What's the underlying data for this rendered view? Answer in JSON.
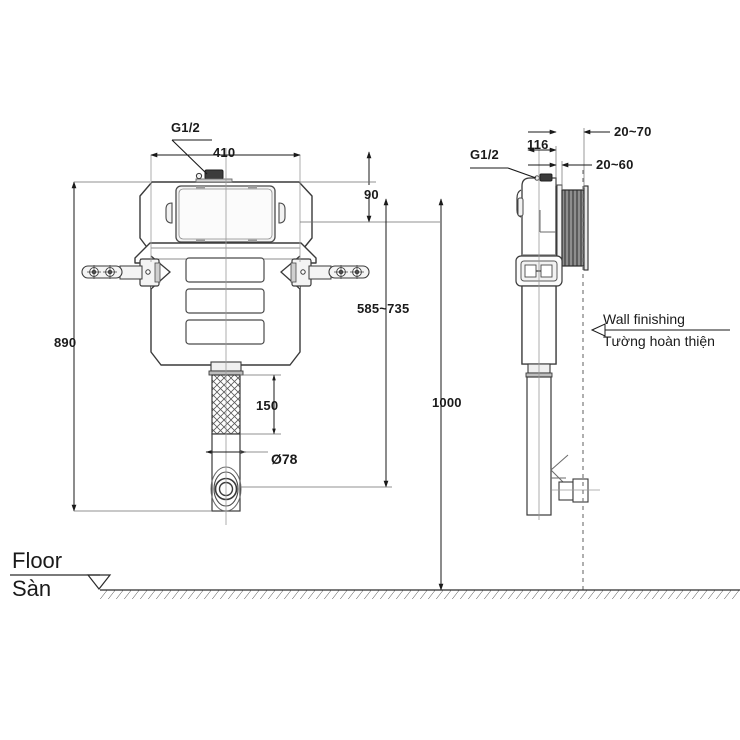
{
  "drawing": {
    "title": "Concealed cistern installation drawing",
    "colors": {
      "line": "#2b2b2b",
      "thin_line": "#6e6e6e",
      "fill_light": "#f2f2f2",
      "hatch": "#4d4d4d",
      "background": "#ffffff"
    },
    "views": {
      "front": {
        "name": "front-elevation"
      },
      "side": {
        "name": "side-elevation"
      }
    }
  },
  "labels": {
    "thread_front": "G1/2",
    "thread_side": "G1/2",
    "width_410": "410",
    "height_90": "90",
    "height_890": "890",
    "height_range_585_735": "585~735",
    "height_1000": "1000",
    "length_150": "150",
    "diameter_78": "Ø78",
    "depth_116": "116",
    "range_20_70": "20~70",
    "range_20_60": "20~60",
    "wall_finishing_en": "Wall finishing",
    "wall_finishing_vi": "Tường hoàn thiện",
    "floor_en": "Floor",
    "floor_vi": "Sàn"
  },
  "icons": {
    "arrow_left": "wall-finishing-leader-arrow",
    "level_mark": "floor-level-triangle-icon",
    "anchor": "anchor-bracket-icon"
  }
}
